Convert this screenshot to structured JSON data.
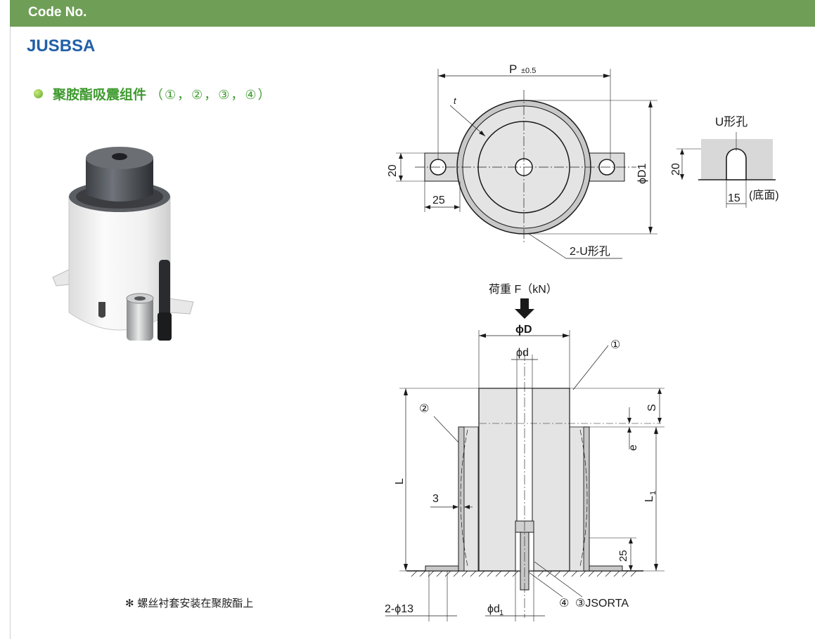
{
  "header": {
    "label": "Code No."
  },
  "product": {
    "code": "JUSBSA",
    "title": "聚胺酯吸震组件",
    "parts": "（①，②，③，④）"
  },
  "note": "✻ 螺丝衬套安装在聚胺酯上",
  "top_view": {
    "pitch": "P",
    "pitch_tol": "±0.5",
    "thickness": "t",
    "height": "20",
    "flange": "25",
    "outer_dia": "ϕD1",
    "hole_label": "2-U形孔"
  },
  "u_hole": {
    "title": "U形孔",
    "height": "20",
    "width": "15",
    "note": "(底面)"
  },
  "side_view": {
    "load": "荷重 F（kN）",
    "dia_D": "ϕD",
    "dia_d": "ϕd",
    "part1": "①",
    "part2": "②",
    "part3": "③JSORTA",
    "part4": "④",
    "length_L": "L",
    "stroke_s": "S",
    "gap_e": "e",
    "length_L1": "L",
    "length_L1_sub": "1",
    "wall": "3",
    "base": "25",
    "bolt_holes": "2-ϕ13",
    "dia_d1": "ϕd",
    "dia_d1_sub": "1"
  }
}
